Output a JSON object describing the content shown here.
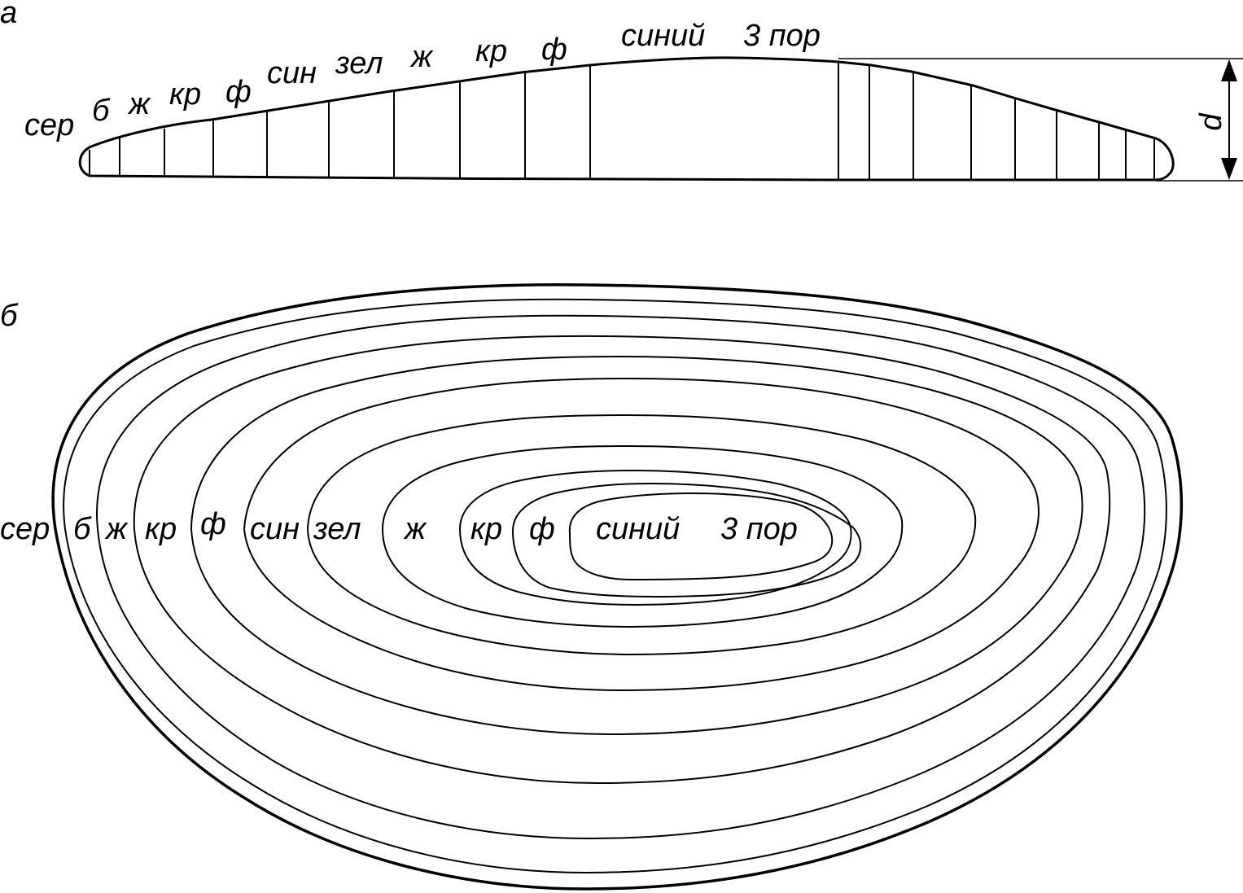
{
  "panel_a": {
    "letter": "а",
    "dimension_label": "d",
    "labels": [
      "сер",
      "б",
      "ж",
      "кр",
      "ф",
      "син",
      "зел",
      "ж",
      "кр",
      "ф",
      "синий",
      "3 пор"
    ]
  },
  "panel_b": {
    "letter": "б",
    "labels": [
      "сер",
      "б",
      "ж",
      "кр",
      "ф",
      "син",
      "зел",
      "ж",
      "кр",
      "ф",
      "синий",
      "3 пор"
    ]
  }
}
